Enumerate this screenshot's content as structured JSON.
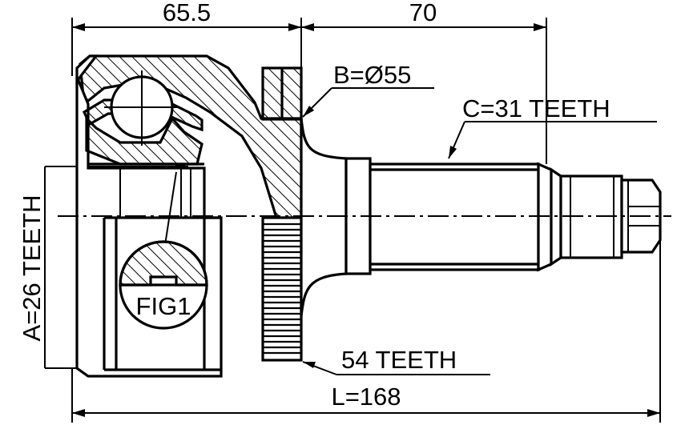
{
  "dimensions": {
    "housing_length": "65.5",
    "shaft_length": "70",
    "total_length": "L=168"
  },
  "labels": {
    "outer_diameter": "B=Ø55",
    "shaft_spline": "C=31 TEETH",
    "inner_spline": "A=26 TEETH",
    "abs_ring": "54 TEETH",
    "detail": "FIG1"
  }
}
